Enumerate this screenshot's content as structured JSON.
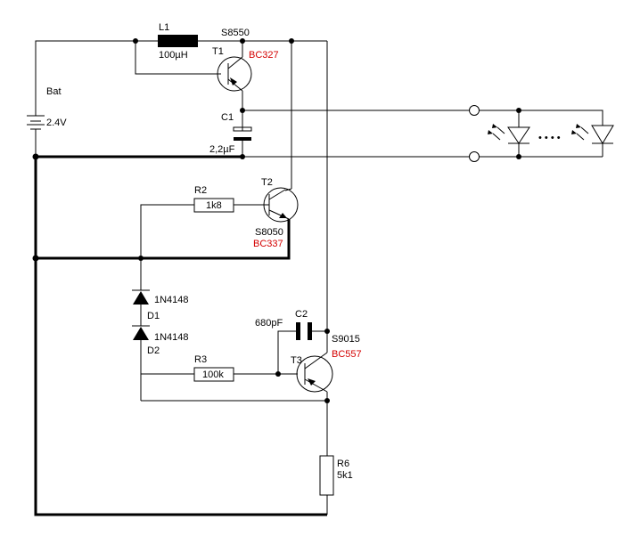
{
  "components": {
    "battery": {
      "name": "Bat",
      "value": "2.4V"
    },
    "inductor": {
      "name": "L1",
      "value": "100µH"
    },
    "c1": {
      "name": "C1",
      "value": "2,2µF"
    },
    "c2": {
      "name": "C2",
      "value": "680pF"
    },
    "r2": {
      "name": "R2",
      "value": "1k8"
    },
    "r3": {
      "name": "R3",
      "value": "100k"
    },
    "r6": {
      "name": "R6",
      "value": "5k1"
    },
    "d1": {
      "name": "D1",
      "part": "1N4148"
    },
    "d2": {
      "name": "D2",
      "part": "1N4148"
    },
    "t1": {
      "name": "T1",
      "part": "S8550",
      "alt": "BC327"
    },
    "t2": {
      "name": "T2",
      "part": "S8050",
      "alt": "BC337"
    },
    "t3": {
      "name": "T3",
      "part": "S9015",
      "alt": "BC557"
    }
  },
  "led_chain": {
    "ellipsis": "• • • •"
  },
  "colors": {
    "wire": "#000000",
    "alt_part": "#d40000",
    "background": "#ffffff"
  }
}
